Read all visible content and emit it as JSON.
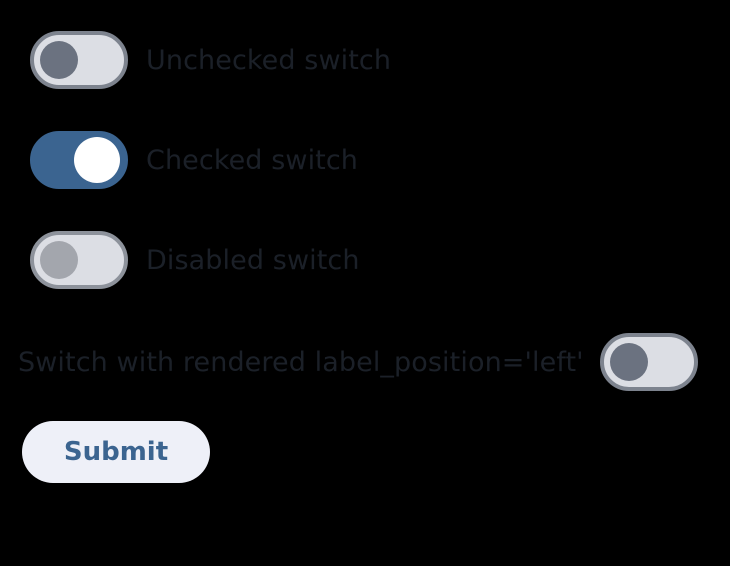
{
  "page": {
    "background_color": "#000000"
  },
  "theme": {
    "accent_color": "#3b6490",
    "track_off_color": "#dcdee4",
    "track_border_color": "#7d838e",
    "thumb_off_color": "#6b7280",
    "thumb_on_color": "#ffffff",
    "thumb_disabled_color": "#a3a6ad",
    "label_color": "#1b2028",
    "button_background_color": "#eef0f8",
    "button_text_color": "#3b6490"
  },
  "form": {
    "switches": [
      {
        "name": "unchecked-switch",
        "label": "Unchecked switch",
        "checked": false,
        "disabled": false,
        "label_position": "right"
      },
      {
        "name": "checked-switch",
        "label": "Checked switch",
        "checked": true,
        "disabled": false,
        "label_position": "right"
      },
      {
        "name": "disabled-switch",
        "label": "Disabled switch",
        "checked": false,
        "disabled": true,
        "label_position": "right"
      },
      {
        "name": "left-label-switch",
        "label": "Switch with rendered label_position='left'",
        "checked": false,
        "disabled": false,
        "label_position": "left"
      }
    ],
    "submit": {
      "label": "Submit"
    }
  }
}
